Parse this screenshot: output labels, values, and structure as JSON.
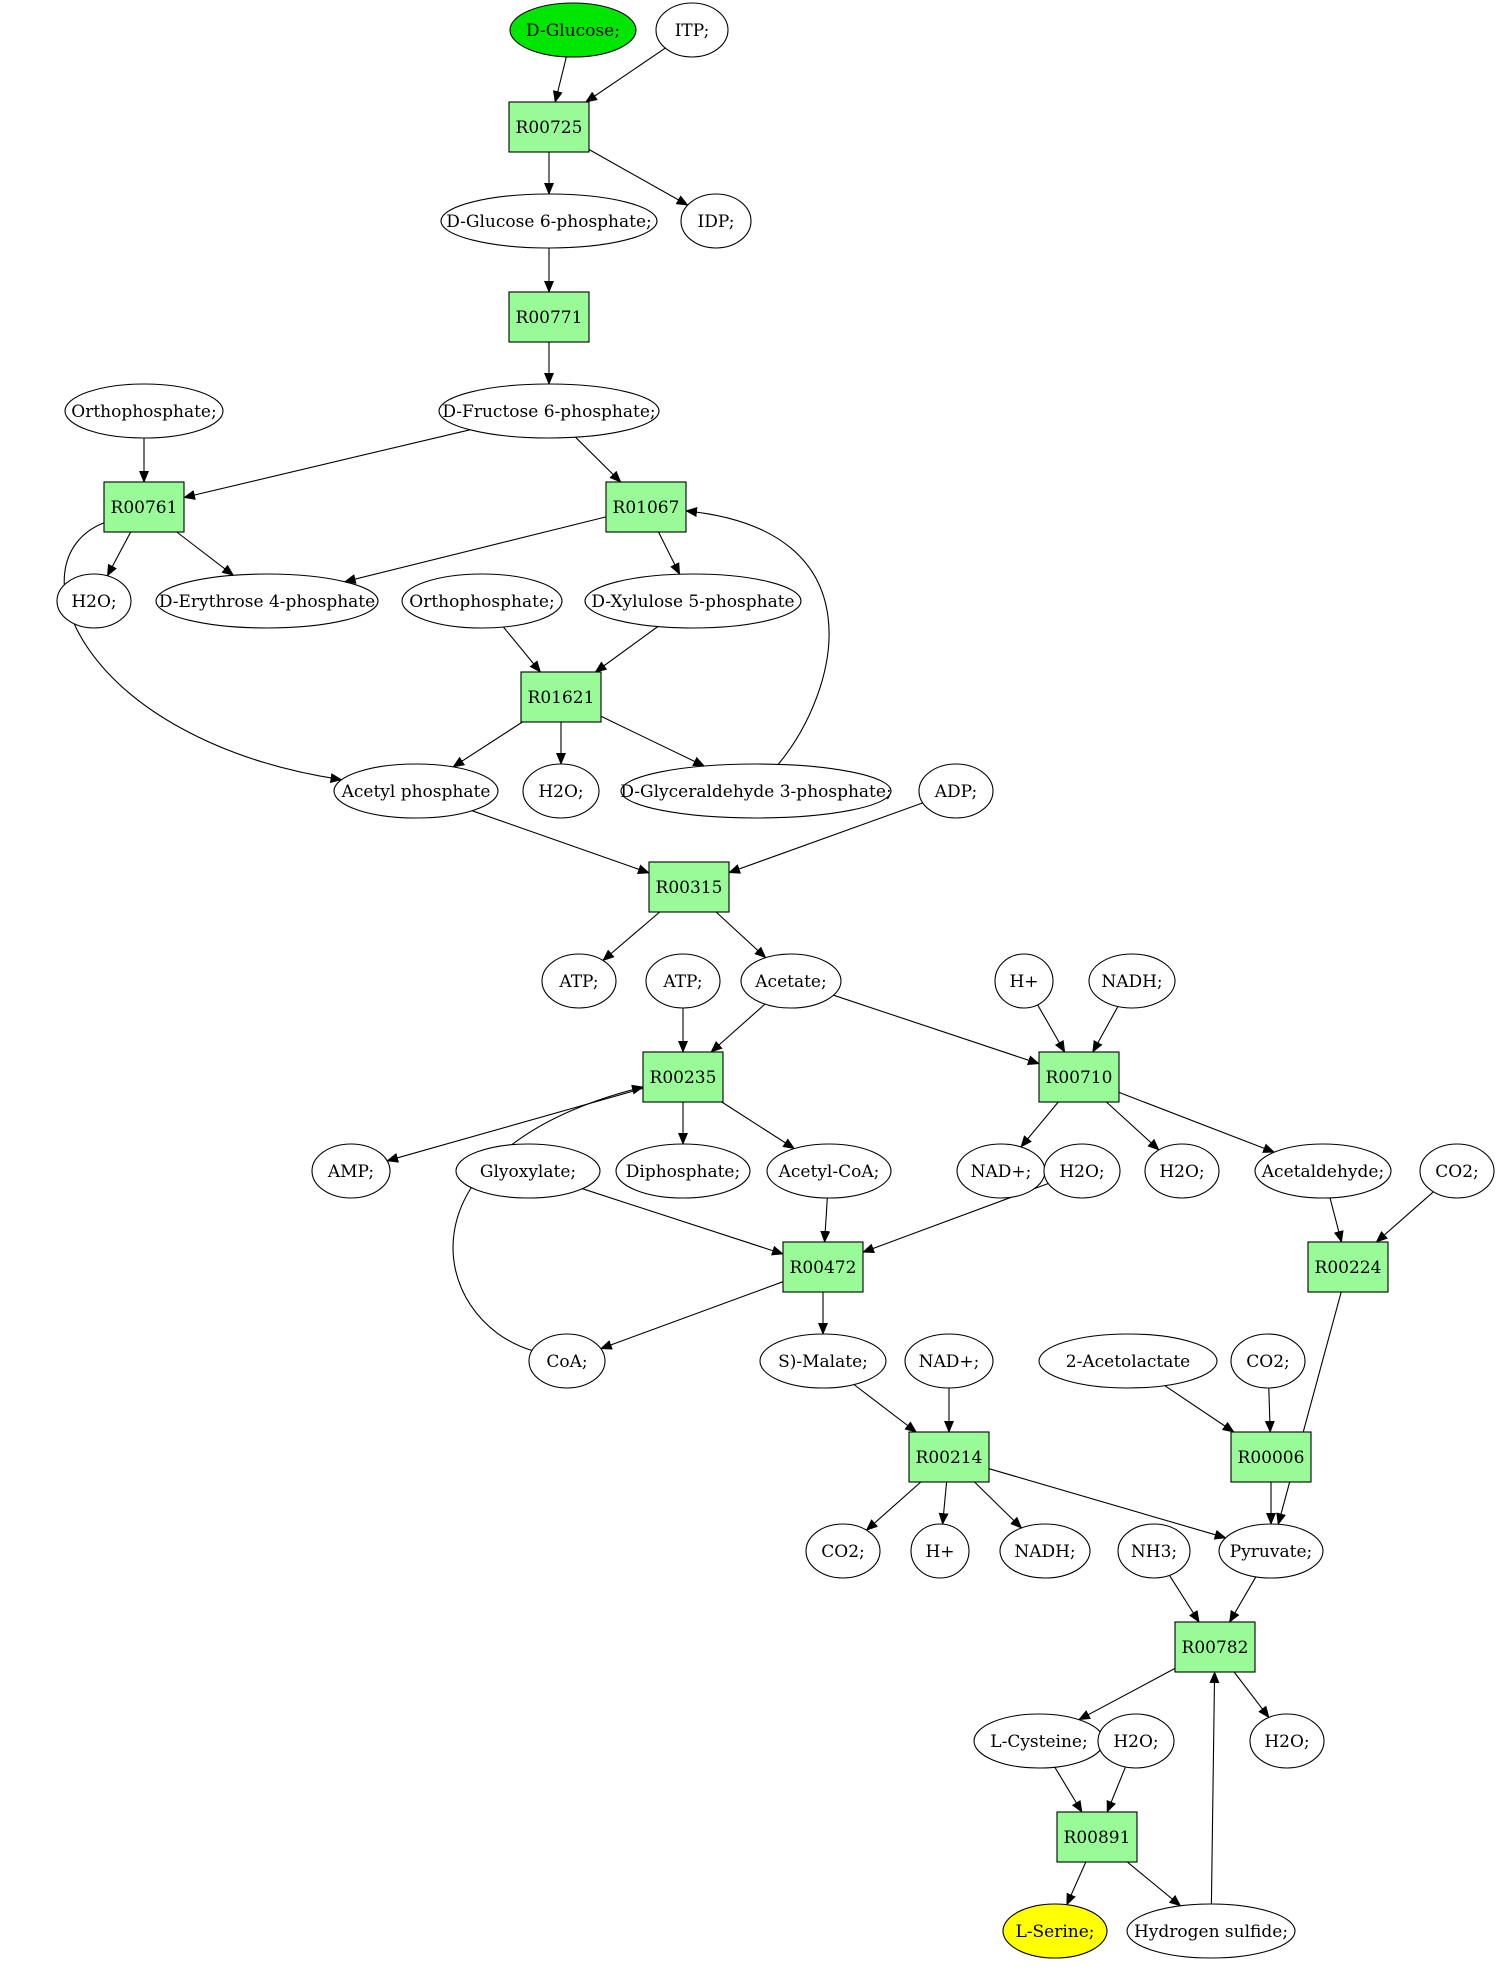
{
  "colors": {
    "reaction_fill": "#98fb98",
    "metabolite_fill": "#ffffff",
    "start_fill": "#00e600",
    "target_fill": "#ffff00",
    "stroke": "#000000"
  },
  "reactions": [
    {
      "id": "R00725",
      "label": "R00725"
    },
    {
      "id": "R00771",
      "label": "R00771"
    },
    {
      "id": "R00761",
      "label": "R00761"
    },
    {
      "id": "R01067",
      "label": "R01067"
    },
    {
      "id": "R01621",
      "label": "R01621"
    },
    {
      "id": "R00315",
      "label": "R00315"
    },
    {
      "id": "R00235",
      "label": "R00235"
    },
    {
      "id": "R00710",
      "label": "R00710"
    },
    {
      "id": "R00472",
      "label": "R00472"
    },
    {
      "id": "R00224",
      "label": "R00224"
    },
    {
      "id": "R00214",
      "label": "R00214"
    },
    {
      "id": "R00006",
      "label": "R00006"
    },
    {
      "id": "R00782",
      "label": "R00782"
    },
    {
      "id": "R00891",
      "label": "R00891"
    }
  ],
  "metabolites": [
    {
      "id": "glucose",
      "label": "D-Glucose;",
      "role": "start"
    },
    {
      "id": "itp",
      "label": "ITP;"
    },
    {
      "id": "g6p",
      "label": "D-Glucose 6-phosphate;"
    },
    {
      "id": "idp",
      "label": "IDP;"
    },
    {
      "id": "f6p",
      "label": "D-Fructose 6-phosphate;"
    },
    {
      "id": "ortho1",
      "label": "Orthophosphate;"
    },
    {
      "id": "h2o_1",
      "label": "H2O;"
    },
    {
      "id": "e4p",
      "label": "D-Erythrose 4-phosphate"
    },
    {
      "id": "ortho2",
      "label": "Orthophosphate;"
    },
    {
      "id": "x5p",
      "label": "D-Xylulose 5-phosphate"
    },
    {
      "id": "acp",
      "label": "Acetyl phosphate"
    },
    {
      "id": "h2o_2",
      "label": "H2O;"
    },
    {
      "id": "g3p",
      "label": "D-Glyceraldehyde 3-phosphate;"
    },
    {
      "id": "adp",
      "label": "ADP;"
    },
    {
      "id": "atp1",
      "label": "ATP;"
    },
    {
      "id": "atp2",
      "label": "ATP;"
    },
    {
      "id": "acetate",
      "label": "Acetate;"
    },
    {
      "id": "hplus1",
      "label": "H+"
    },
    {
      "id": "nadh1",
      "label": "NADH;"
    },
    {
      "id": "amp",
      "label": "AMP;"
    },
    {
      "id": "glyox",
      "label": "Glyoxylate;"
    },
    {
      "id": "dip",
      "label": "Diphosphate;"
    },
    {
      "id": "accoa",
      "label": "Acetyl-CoA;"
    },
    {
      "id": "nadp1",
      "label": "NAD+;"
    },
    {
      "id": "h2o_3",
      "label": "H2O;"
    },
    {
      "id": "h2o_4",
      "label": "H2O;"
    },
    {
      "id": "acald",
      "label": "Acetaldehyde;"
    },
    {
      "id": "co2_1",
      "label": "CO2;"
    },
    {
      "id": "coa",
      "label": "CoA;"
    },
    {
      "id": "malate",
      "label": "S)-Malate;"
    },
    {
      "id": "nadp2",
      "label": "NAD+;"
    },
    {
      "id": "acetolac",
      "label": "2-Acetolactate"
    },
    {
      "id": "co2_2",
      "label": "CO2;"
    },
    {
      "id": "co2_3",
      "label": "CO2;"
    },
    {
      "id": "hplus2",
      "label": "H+"
    },
    {
      "id": "nadh2",
      "label": "NADH;"
    },
    {
      "id": "nh3",
      "label": "NH3;"
    },
    {
      "id": "pyruvate",
      "label": "Pyruvate;"
    },
    {
      "id": "cys",
      "label": "L-Cysteine;"
    },
    {
      "id": "h2o_5",
      "label": "H2O;"
    },
    {
      "id": "h2o_6",
      "label": "H2O;"
    },
    {
      "id": "serine",
      "label": "L-Serine;",
      "role": "target"
    },
    {
      "id": "h2s",
      "label": "Hydrogen sulfide;"
    }
  ],
  "edges": [
    [
      "glucose",
      "R00725"
    ],
    [
      "itp",
      "R00725"
    ],
    [
      "R00725",
      "g6p"
    ],
    [
      "R00725",
      "idp"
    ],
    [
      "g6p",
      "R00771"
    ],
    [
      "R00771",
      "f6p"
    ],
    [
      "ortho1",
      "R00761"
    ],
    [
      "f6p",
      "R00761"
    ],
    [
      "f6p",
      "R01067"
    ],
    [
      "R00761",
      "h2o_1"
    ],
    [
      "R00761",
      "e4p"
    ],
    [
      "R00761",
      "acp"
    ],
    [
      "R01067",
      "e4p"
    ],
    [
      "R01067",
      "x5p"
    ],
    [
      "ortho2",
      "R01621"
    ],
    [
      "x5p",
      "R01621"
    ],
    [
      "R01621",
      "acp"
    ],
    [
      "R01621",
      "h2o_2"
    ],
    [
      "R01621",
      "g3p"
    ],
    [
      "g3p",
      "R01067"
    ],
    [
      "acp",
      "R00315"
    ],
    [
      "adp",
      "R00315"
    ],
    [
      "R00315",
      "atp1"
    ],
    [
      "R00315",
      "acetate"
    ],
    [
      "atp2",
      "R00235"
    ],
    [
      "acetate",
      "R00235"
    ],
    [
      "acetate",
      "R00710"
    ],
    [
      "hplus1",
      "R00710"
    ],
    [
      "nadh1",
      "R00710"
    ],
    [
      "R00235",
      "amp"
    ],
    [
      "R00235",
      "dip"
    ],
    [
      "R00235",
      "accoa"
    ],
    [
      "coa",
      "R00235"
    ],
    [
      "R00710",
      "nadp1"
    ],
    [
      "R00710",
      "h2o_4"
    ],
    [
      "R00710",
      "acald"
    ],
    [
      "glyox",
      "R00472"
    ],
    [
      "accoa",
      "R00472"
    ],
    [
      "h2o_3",
      "R00472"
    ],
    [
      "R00472",
      "coa"
    ],
    [
      "R00472",
      "malate"
    ],
    [
      "acald",
      "R00224"
    ],
    [
      "co2_1",
      "R00224"
    ],
    [
      "R00224",
      "pyruvate"
    ],
    [
      "malate",
      "R00214"
    ],
    [
      "nadp2",
      "R00214"
    ],
    [
      "R00214",
      "co2_3"
    ],
    [
      "R00214",
      "hplus2"
    ],
    [
      "R00214",
      "nadh2"
    ],
    [
      "R00214",
      "pyruvate"
    ],
    [
      "acetolac",
      "R00006"
    ],
    [
      "co2_2",
      "R00006"
    ],
    [
      "R00006",
      "pyruvate"
    ],
    [
      "nh3",
      "R00782"
    ],
    [
      "pyruvate",
      "R00782"
    ],
    [
      "h2s",
      "R00782"
    ],
    [
      "R00782",
      "cys"
    ],
    [
      "R00782",
      "h2o_6"
    ],
    [
      "cys",
      "R00891"
    ],
    [
      "h2o_5",
      "R00891"
    ],
    [
      "R00891",
      "serine"
    ],
    [
      "R00891",
      "h2s"
    ]
  ]
}
